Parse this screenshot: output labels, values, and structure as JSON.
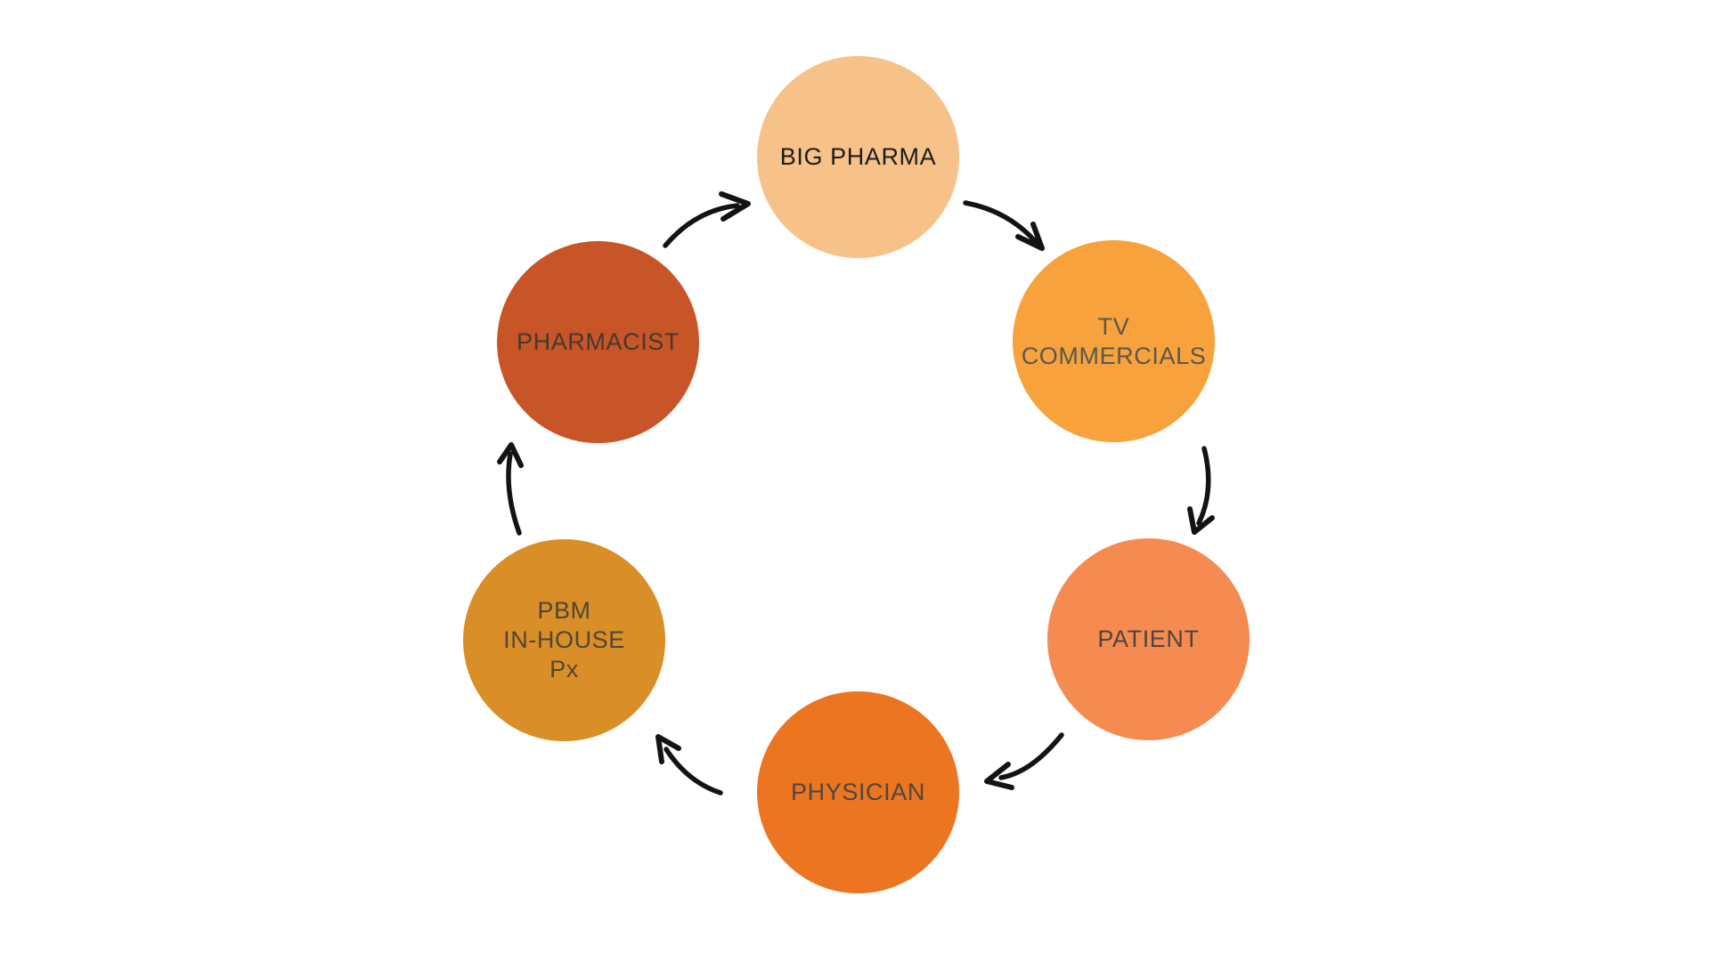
{
  "page": {
    "background": "#ffffff"
  },
  "diagram": {
    "type": "cycle",
    "arrow_color": "#131313",
    "nodes": [
      {
        "id": "big-pharma",
        "label": "BIG PHARMA",
        "lines": [
          "BIG PHARMA"
        ],
        "fill": "#F6C289",
        "text_color": "#1c1c1c"
      },
      {
        "id": "tv-commercials",
        "label": "TV COMMERCIALS",
        "lines": [
          "TV",
          "COMMERCIALS"
        ],
        "fill": "#F7A23C",
        "text_color": "#5c574e"
      },
      {
        "id": "patient",
        "label": "PATIENT",
        "lines": [
          "PATIENT"
        ],
        "fill": "#F68B51",
        "text_color": "#4c463e"
      },
      {
        "id": "physician",
        "label": "PHYSICIAN",
        "lines": [
          "PHYSICIAN"
        ],
        "fill": "#EC7522",
        "text_color": "#4e483e"
      },
      {
        "id": "pbm-in-house-px",
        "label": "PBM IN-HOUSE Px",
        "lines": [
          "PBM",
          "IN-HOUSE",
          "Px"
        ],
        "fill": "#D98E27",
        "text_color": "#514634"
      },
      {
        "id": "pharmacist",
        "label": "PHARMACIST",
        "lines": [
          "PHARMACIST"
        ],
        "fill": "#C85527",
        "text_color": "#44392e"
      }
    ],
    "flow_order": [
      "BIG PHARMA",
      "TV COMMERCIALS",
      "PATIENT",
      "PHYSICIAN",
      "PBM IN-HOUSE Px",
      "PHARMACIST",
      "BIG PHARMA"
    ]
  }
}
